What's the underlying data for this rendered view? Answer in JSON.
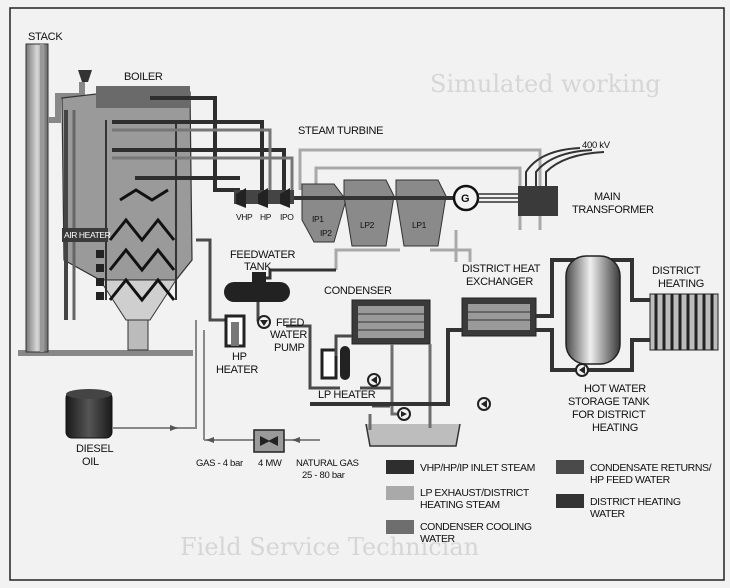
{
  "labels": {
    "stack": "STACK",
    "boiler": "BOILER",
    "steam_turbine": "STEAM TURBINE",
    "air_heater": "AIR HEATER",
    "vhp": "VHP",
    "hp": "HP",
    "ipo": "IPO",
    "ip1": "IP1",
    "ip2": "IP2",
    "lp2": "LP2",
    "lp1": "LP1",
    "generator": "G",
    "voltage": "400 kV",
    "main_transformer_1": "MAIN",
    "main_transformer_2": "TRANSFORMER",
    "feedwater_tank_1": "FEEDWATER",
    "feedwater_tank_2": "TANK",
    "condenser": "CONDENSER",
    "district_heat_exchanger_1": "DISTRICT HEAT",
    "district_heat_exchanger_2": "EXCHANGER",
    "district_heating_1": "DISTRICT",
    "district_heating_2": "HEATING",
    "feed_water_pump_1": "FEED",
    "feed_water_pump_2": "WATER",
    "feed_water_pump_3": "PUMP",
    "hp_heater_1": "HP",
    "hp_heater_2": "HEATER",
    "lp_heater": "LP HEATER",
    "hot_water_tank_1": "HOT WATER",
    "hot_water_tank_2": "STORAGE TANK",
    "hot_water_tank_3": "FOR DISTRICT",
    "hot_water_tank_4": "HEATING",
    "diesel_oil_1": "DIESEL",
    "diesel_oil_2": "OIL",
    "gas_pressure": "GAS - 4 bar",
    "gas_power": "4 MW",
    "natural_gas_1": "NATURAL GAS",
    "natural_gas_2": "25 - 80 bar"
  },
  "legend": {
    "inlet_steam": "VHP/HP/IP INLET STEAM",
    "lp_exhaust_1": "LP EXHAUST/DISTRICT",
    "lp_exhaust_2": "HEATING STEAM",
    "cooling_1": "CONDENSER COOLING",
    "cooling_2": "WATER",
    "condensate_1": "CONDENSATE RETURNS/",
    "condensate_2": "HP FEED WATER",
    "district_water_1": "DISTRICT HEATING",
    "district_water_2": "WATER"
  },
  "background_text": {
    "top": "Simulated working",
    "bottom": "Field Service Technician"
  },
  "colors": {
    "inlet_steam": "#2e2e2e",
    "lp_exhaust": "#a9a9a9",
    "cooling_water": "#6e6e6e",
    "condensate": "#4a4a4a",
    "district_water": "#333333"
  }
}
